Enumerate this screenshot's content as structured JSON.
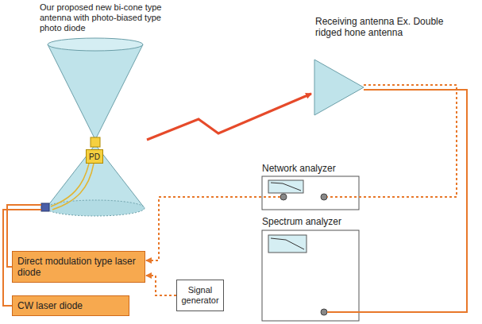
{
  "diagram": {
    "nodes": [
      {
        "text": [
          "Our proposed new bi-cone type antenna with photo-biased type photo diode"
        ]
      },
      {
        "text": [
          "PD"
        ],
        "in": 0
      },
      {
        "text": [
          "Receiving antenna Ex. Double ridged hone antenna"
        ]
      },
      {
        "text": [
          "Network analyzer"
        ]
      },
      {
        "text": [
          "Spectrum analyzer"
        ]
      },
      {
        "text": [
          "Direct modulation type laser diode"
        ]
      },
      {
        "text": [
          "CW laser diode"
        ]
      },
      {
        "text": [
          "Signal generator"
        ]
      }
    ],
    "edges": [
      {
        "from": 0,
        "to": 2,
        "arrow": "to"
      },
      {
        "from": 2,
        "to": 3,
        "arrow": "none"
      },
      {
        "from": 2,
        "to": 4,
        "arrow": "none"
      },
      {
        "from": 3,
        "to": 5,
        "arrow": "to"
      },
      {
        "from": 7,
        "to": 5,
        "arrow": "to"
      },
      {
        "from": 5,
        "to": 0,
        "arrow": "none"
      },
      {
        "from": 6,
        "to": 0,
        "arrow": "none"
      }
    ]
  }
}
